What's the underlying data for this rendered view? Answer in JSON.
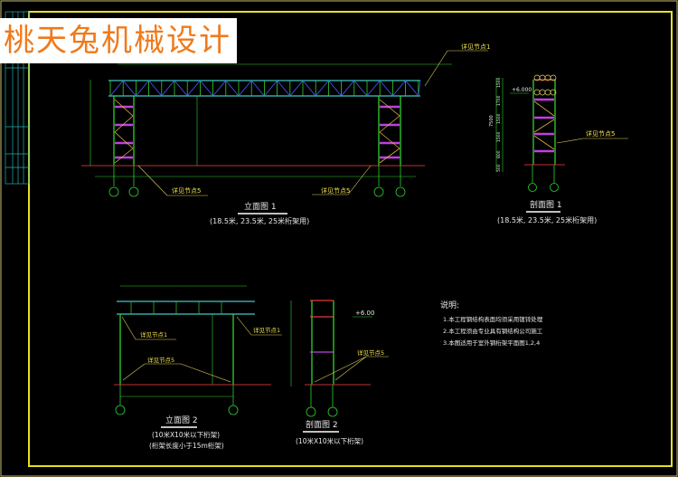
{
  "watermark": "桃天兔机械设计",
  "colors": {
    "background": "#000000",
    "frame": "#e8e020",
    "column": "#2fd12f",
    "chord": "#40c8c8",
    "brace": "#c040e0",
    "diagonal": "#e0b040",
    "ground": "#c03030",
    "text": "#e8e8e8"
  },
  "elevation1": {
    "detail1": "详见节点1",
    "detail5_left": "详见节点5",
    "detail5_right": "详见节点5",
    "title": "立面图 1",
    "subtitle": "(18.5米, 23.5米, 25米桁架用)"
  },
  "section1": {
    "elevation_mark": "+6.000",
    "detail5": "详见节点5",
    "dims": [
      "1500",
      "1700",
      "1500",
      "1500",
      "800",
      "500"
    ],
    "total": "7500",
    "title": "剖面图 1",
    "subtitle": "(18.5米, 23.5米, 25米桁架用)"
  },
  "notes": {
    "heading": "说明:",
    "items": [
      "1.本工程钢结构表面均须采用镀锌处理",
      "2.本工程须由专业具有钢结构公司施工",
      "3.本图适用于室外钢桁架平面图1,2,4"
    ]
  },
  "elevation2": {
    "detail1_left": "详见节点1",
    "detail1_right": "详见节点1",
    "detail5": "详见节点5",
    "title": "立面图 2",
    "subtitle": "(10米X10米以下桁架)",
    "subtitle2": "(桁架长度小于15m桁架)"
  },
  "section2": {
    "elevation_mark": "+6.00",
    "detail5": "详见节点5",
    "title": "剖面图 2",
    "subtitle": "(10米X10米以下桁架)"
  }
}
